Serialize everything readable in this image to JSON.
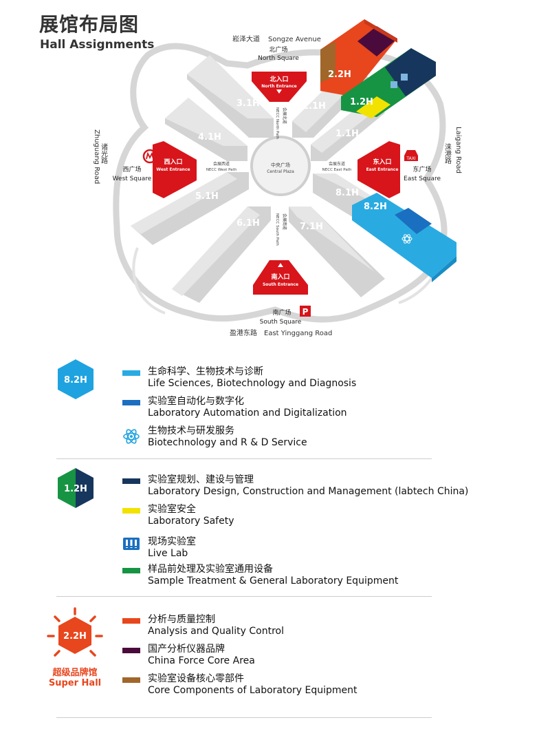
{
  "header": {
    "title_cn": "展馆布局图",
    "title_en": "Hall Assignments"
  },
  "map": {
    "roads": {
      "north": {
        "cn": "崧泽大道",
        "en": "Songze Avenue"
      },
      "south": {
        "cn": "盈港东路",
        "en": "East Yinggang Road"
      },
      "west": {
        "cn": "诸光路",
        "en": "Zhuguang Road"
      },
      "east": {
        "cn": "涞港路",
        "en": "Laigang Road"
      }
    },
    "squares": {
      "north": {
        "cn": "北广场",
        "en": "North Square"
      },
      "south": {
        "cn": "南广场",
        "en": "South Square"
      },
      "west": {
        "cn": "西广场",
        "en": "West Square"
      },
      "east": {
        "cn": "东广场",
        "en": "East Square"
      },
      "central": {
        "cn": "中央广场",
        "en": "Central Plaza"
      }
    },
    "entrances": {
      "north": {
        "cn": "北入口",
        "en": "North Entrance"
      },
      "south": {
        "cn": "南入口",
        "en": "South Entrance"
      },
      "west": {
        "cn": "西入口",
        "en": "West Entrance"
      },
      "east": {
        "cn": "东入口",
        "en": "East Entrance"
      }
    },
    "paths": {
      "north": {
        "cn": "会展北道",
        "en": "NECC North Path"
      },
      "south": {
        "cn": "会展南道",
        "en": "NECC South Path"
      },
      "west": {
        "cn": "会展西道",
        "en": "NECC West Path"
      },
      "east": {
        "cn": "会展东道",
        "en": "NECC East Path"
      }
    },
    "halls": [
      "3.1H",
      "2.1H",
      "4.1H",
      "1.1H",
      "5.1H",
      "8.1H",
      "6.1H",
      "7.1H",
      "2.2H",
      "1.2H",
      "8.2H"
    ],
    "taxi_label": "TAXI",
    "parking_label": "P"
  },
  "legend": {
    "groups": [
      {
        "hall": "8.2H",
        "color": "#1ea3e0",
        "items": [
          {
            "cn": "生命科学、生物技术与诊断",
            "en": "Life Sciences, Biotechnology and Diagnosis",
            "color": "#29abe2",
            "icon": "swatch"
          },
          {
            "cn": "实验室自动化与数字化",
            "en": "Laboratory Automation and Digitalization",
            "color": "#1b6fc0",
            "icon": "swatch"
          },
          {
            "cn": "生物技术与研发服务",
            "en": "Biotechnology and R & D Service",
            "color": "#1ea3e0",
            "icon": "atom-icon"
          }
        ]
      },
      {
        "hall": "1.2H",
        "color_left": "#169443",
        "color_right": "#17365d",
        "items": [
          {
            "cn": "实验室规划、建设与管理",
            "en": "Laboratory Design, Construction and Management (labtech China)",
            "color": "#17365d",
            "icon": "swatch"
          },
          {
            "cn": "实验室安全",
            "en": "Laboratory Safety",
            "color": "#f2e200",
            "icon": "swatch"
          },
          {
            "cn": "现场实验室",
            "en": "Live Lab",
            "color": "#1b6fc0",
            "icon": "live-lab-icon"
          },
          {
            "cn": "样品前处理及实验室通用设备",
            "en": "Sample Treatment & General Laboratory Equipment",
            "color": "#169443",
            "icon": "swatch"
          }
        ]
      },
      {
        "hall": "2.2H",
        "color": "#e8461d",
        "super_cn": "超级品牌馆",
        "super_en": "Super Hall",
        "items": [
          {
            "cn": "分析与质量控制",
            "en": "Analysis and Quality Control",
            "color": "#e8461d",
            "icon": "swatch"
          },
          {
            "cn": "国产分析仪器品牌",
            "en": "China Force Core Area",
            "color": "#4a0b3c",
            "icon": "swatch"
          },
          {
            "cn": "实验室设备核心零部件",
            "en": "Core Components of Laboratory Equipment",
            "color": "#a0662a",
            "icon": "swatch"
          }
        ]
      }
    ]
  }
}
